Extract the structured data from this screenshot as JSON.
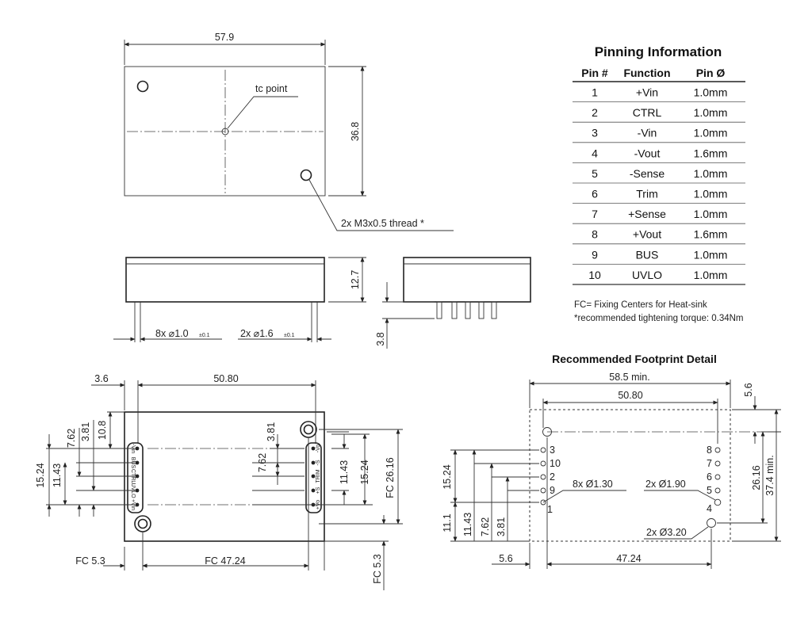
{
  "top_view": {
    "width_label": "57.9",
    "height_label": "36.8",
    "tc_point_label": "tc point",
    "thread_label": "2x M3x0.5 thread *"
  },
  "side_view": {
    "height_label": "12.7",
    "pin_length_label": "3.8",
    "pin_a_label": "8x ⌀1.0",
    "pin_a_tol": "±0.1",
    "pin_b_label": "2x ⌀1.6",
    "pin_b_tol": "±0.1"
  },
  "bottom_view": {
    "offset_label": "3.6",
    "width_label": "50.80",
    "left_dims": [
      "15.24",
      "11.43",
      "7.62",
      "3.81",
      "10.8"
    ],
    "right_dims": [
      "3.81",
      "7.62",
      "11.43",
      "15.24"
    ],
    "fc_height_label": "FC 26.16",
    "fc_left_label": "FC 5.3",
    "fc_width_label": "FC 47.24",
    "fc_right_label": "FC 5.3",
    "left_pin_texts": [
      "-Vin",
      "BUS",
      "CTRL",
      "UVLO",
      "+Vin"
    ],
    "right_pin_texts": [
      "-Vo",
      "-S",
      "TRIM",
      "+S",
      "+Vo"
    ]
  },
  "pinning": {
    "title": "Pinning Information",
    "headers": [
      "Pin #",
      "Function",
      "Pin Ø"
    ],
    "rows": [
      [
        "1",
        "+Vin",
        "1.0mm"
      ],
      [
        "2",
        "CTRL",
        "1.0mm"
      ],
      [
        "3",
        "-Vin",
        "1.0mm"
      ],
      [
        "4",
        "-Vout",
        "1.6mm"
      ],
      [
        "5",
        "-Sense",
        "1.0mm"
      ],
      [
        "6",
        "Trim",
        "1.0mm"
      ],
      [
        "7",
        "+Sense",
        "1.0mm"
      ],
      [
        "8",
        "+Vout",
        "1.6mm"
      ],
      [
        "9",
        "BUS",
        "1.0mm"
      ],
      [
        "10",
        "UVLO",
        "1.0mm"
      ]
    ],
    "note1": "FC= Fixing Centers for Heat-sink",
    "note2": "*recommended tightening torque: 0.34Nm"
  },
  "footprint": {
    "title": "Recommended Footprint Detail",
    "width_min_label": "58.5 min.",
    "width_label": "50.80",
    "top_offset_label": "5.6",
    "height_label": "26.16",
    "height_min_label": "37.4 min.",
    "left_dims": [
      "15.24",
      "11.1",
      "11.43",
      "7.62",
      "3.81"
    ],
    "left_pins": [
      "3",
      "10",
      "2",
      "9",
      "1"
    ],
    "right_pins": [
      "8",
      "7",
      "6",
      "5",
      "4"
    ],
    "pin_a_label": "8x Ø1.30",
    "pin_b_label": "2x Ø1.90",
    "hole_label": "2x Ø3.20",
    "bottom_left_label": "5.6",
    "bottom_width_label": "47.24"
  }
}
